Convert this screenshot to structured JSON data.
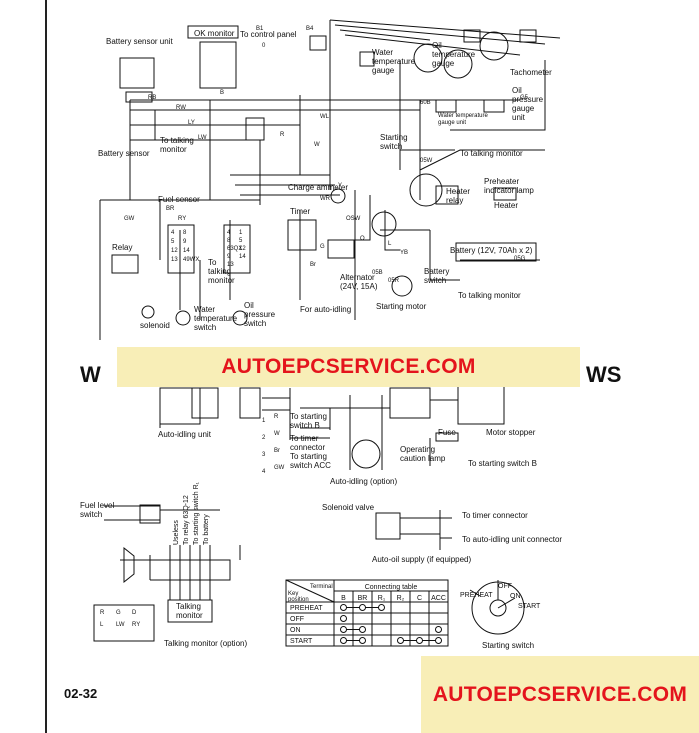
{
  "page": {
    "number": "02-32",
    "watermark_top": "AUTOEPCSERVICE.COM",
    "watermark_bottom": "AUTOEPCSERVICE.COM",
    "ghost_left": "W",
    "ghost_right": "WS"
  },
  "labels": {
    "battery_sensor_unit": "Battery sensor unit",
    "ok_monitor": "OK monitor",
    "to_control_panel": "To control panel",
    "water_temp_gauge_1": "Water\ntemperature\ngauge",
    "oil_temp_gauge": "Oil\ntemperature\ngauge",
    "tachometer": "Tachometer",
    "water_temp_gauge_small": "Water temperature\ngauge unit",
    "oil_pressure_gauge_unit": "Oil\npressure\ngauge\nunit",
    "battery_sensor": "Battery sensor",
    "to_talking_monitor_1": "To talking\nmonitor",
    "starting_switch": "Starting\nswitch",
    "to_talking_monitor_2": "To talking monitor",
    "charge_ammeter": "Charge ammeter",
    "preheater_indicator": "Preheater\nindicator lamp",
    "heater_relay": "Heater\nrelay",
    "heater": "Heater",
    "fuel_sensor": "Fuel sensor",
    "timer": "Timer",
    "relay": "Relay",
    "to_talking_monitor_3": "To\ntalking\nmonitor",
    "alternator": "Alternator\n(24V, 15A)",
    "battery": "Battery (12V, 70Ah x 2)",
    "battery_switch": "Battery\nswitch",
    "to_talking_monitor_4": "To talking monitor",
    "for_auto_idling": "For auto-idling",
    "starting_motor": "Starting motor",
    "solenoid": "solenoid",
    "water_temp_switch": "Water\ntemperature\nswitch",
    "oil_pressure_switch": "Oil\npressure\nswitch",
    "auto_idling_unit": "Auto-idling unit",
    "to_starting_switch_b": "To starting\nswitch B",
    "to_timer_connector": "To timer\nconnector",
    "to_starting_switch_acc": "To starting\nswitch ACC",
    "operating_caution_lamp": "Operating\ncaution lamp",
    "fuse": "Fuse",
    "motor_stopper": "Motor stopper",
    "to_starting_switch_b2": "To starting switch B",
    "auto_idling_option": "Auto-idling (option)",
    "fuel_level_switch": "Fuel level\nswitch",
    "useless": "Useless\nTo relay 63Q-12\nTo starting switch R₁\nTo battery",
    "talking_monitor": "Talking\nmonitor",
    "talking_monitor_option": "Talking monitor (option)",
    "solenoid_valve": "Solenoid valve",
    "to_timer_connector_2": "To timer connector",
    "to_auto_idling_connector": "To auto-idling unit connector",
    "auto_oil_supply": "Auto-oil supply (if equipped)",
    "connecting_table": "Connecting table",
    "terminal": "Terminal",
    "key_position": "Key\nposition",
    "preheat": "PREHEAT",
    "off": "OFF",
    "on": "ON",
    "start": "START",
    "starting_switch_bottom": "Starting switch"
  },
  "wire_codes": [
    "RB",
    "RW",
    "LY",
    "LW",
    "B",
    "R",
    "Y",
    "W",
    "WR",
    "BR",
    "RY",
    "GW",
    "G",
    "Br",
    "O",
    "L",
    "YB",
    "WL",
    "G5",
    "B4",
    "B1",
    "0",
    "05W",
    "05B",
    "05R",
    "05G",
    "60B",
    "OSW"
  ],
  "connecting_table": {
    "columns": [
      "B",
      "BR",
      "R₁",
      "R₂",
      "C",
      "ACC"
    ],
    "rows": [
      {
        "key": "PREHEAT",
        "marks": [
          1,
          1,
          1,
          0,
          0,
          0
        ]
      },
      {
        "key": "OFF",
        "marks": [
          1,
          0,
          0,
          0,
          0,
          0
        ]
      },
      {
        "key": "ON",
        "marks": [
          1,
          1,
          0,
          0,
          0,
          1
        ]
      },
      {
        "key": "START",
        "marks": [
          1,
          1,
          0,
          1,
          1,
          1
        ]
      }
    ]
  },
  "switch_dial": {
    "positions": [
      "PREHEAT",
      "OFF",
      "ON",
      "START"
    ]
  },
  "relay_pins": [
    "4",
    "8",
    "5",
    "9",
    "12",
    "14",
    "13",
    "49WX"
  ],
  "relay2_pins": [
    "4",
    "1",
    "8",
    "5",
    "63QX",
    "12",
    "9",
    "14",
    "13"
  ],
  "battery_connector_pins": [
    "R",
    "G",
    "D",
    "L",
    "LW",
    "RY"
  ],
  "auto_idling_pins": [
    "1",
    "2",
    "3",
    "4"
  ],
  "auto_idling_wire_codes": [
    "R",
    "W",
    "Br",
    "GW"
  ]
}
